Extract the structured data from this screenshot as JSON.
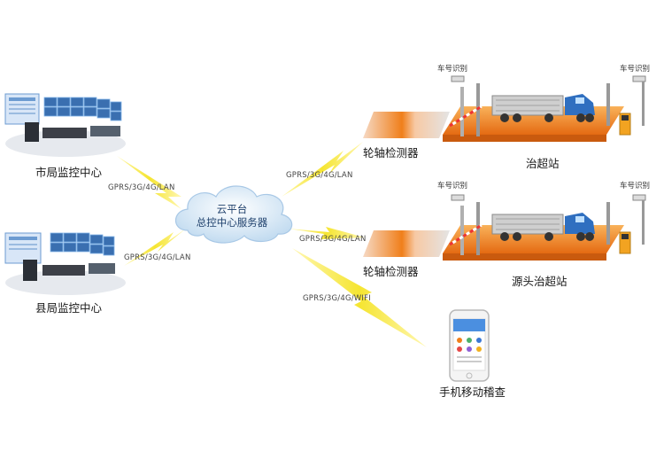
{
  "nodes": {
    "city_center": "市局监控中心",
    "county_center": "县局监控中心",
    "cloud_line1": "云平台",
    "cloud_line2": "总控中心服务器",
    "axle_detector_1": "轮轴检测器",
    "axle_detector_2": "轮轴检测器",
    "station_1": "治超站",
    "station_2": "源头治超站",
    "plate_recog_1a": "车号识别",
    "plate_recog_1b": "车号识别",
    "plate_recog_2a": "车号识别",
    "plate_recog_2b": "车号识别",
    "mobile": "手机移动稽查"
  },
  "links": {
    "city_link": "GPRS/3G/4G/LAN",
    "county_link": "GPRS/3G/4G/LAN",
    "station1_link": "GPRS/3G/4G/LAN",
    "station2_link": "GPRS/3G/4G/LAN",
    "mobile_link": "GPRS/3G/4G/WIFI"
  },
  "colors": {
    "lightning": "#f4e21a",
    "cloud": "#cfe3f3",
    "platform_orange": "#f07f1a",
    "truck_blue": "#2f6fc0"
  }
}
